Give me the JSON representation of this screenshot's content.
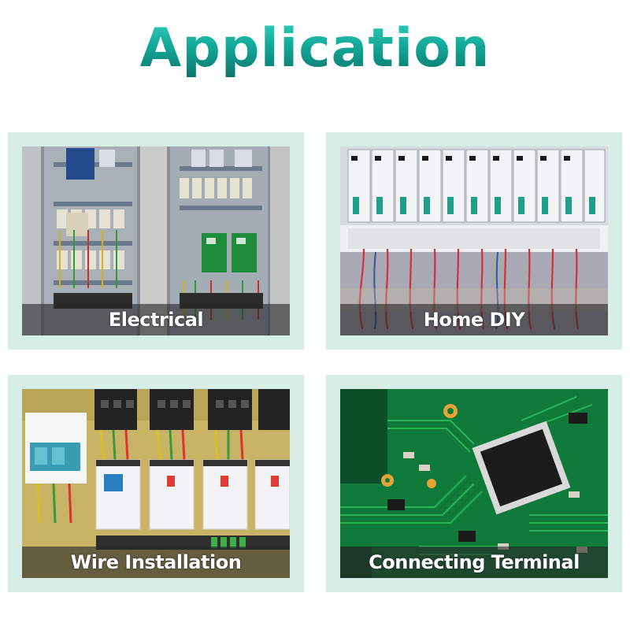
{
  "title": "Application",
  "cards": [
    {
      "label": "Electrical",
      "image": "electrical-cabinet-photo"
    },
    {
      "label": "Home DIY",
      "image": "circuit-breaker-panel-photo"
    },
    {
      "label": "Wire Installation",
      "image": "wire-installation-panel-photo"
    },
    {
      "label": "Connecting Terminal",
      "image": "circuit-board-photo"
    }
  ],
  "colors": {
    "title_gradient_top": "#37d0bd",
    "title_gradient_bottom": "#0b6f66",
    "card_frame": "#d7eee6",
    "label_band": "#282828"
  }
}
